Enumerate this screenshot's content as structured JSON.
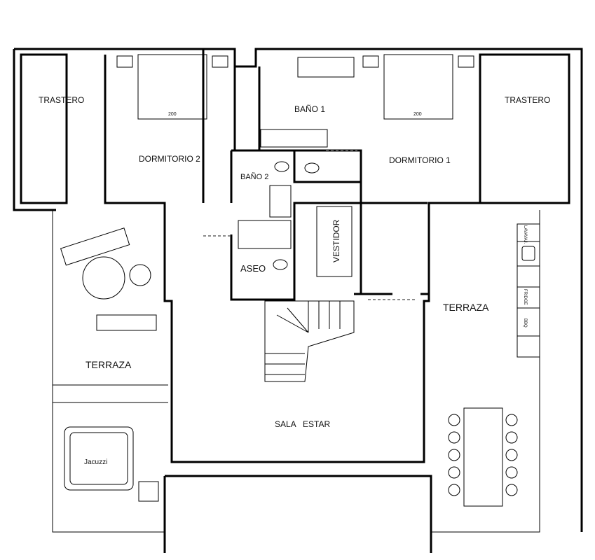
{
  "rooms": {
    "trastero_left": "TRASTERO",
    "trastero_right": "TRASTERO",
    "dormitorio2": "DORMITORIO 2",
    "dormitorio1": "DORMITORIO 1",
    "bano1": "BAÑO 1",
    "bano2": "BAÑO 2",
    "aseo": "ASEO",
    "vestidor": "VESTIDOR",
    "terraza_left": "TERRAZA",
    "terraza_right": "TERRAZA",
    "sala_estar": "SALA   ESTAR",
    "jacuzzi": "Jacuzzi"
  },
  "beds": {
    "bed2_size": "200",
    "bed1_size": "200"
  },
  "appliances": {
    "dishwasher": "LAVAVAJ.",
    "fridge": "FRIDGE",
    "bbq": "BBQ"
  }
}
